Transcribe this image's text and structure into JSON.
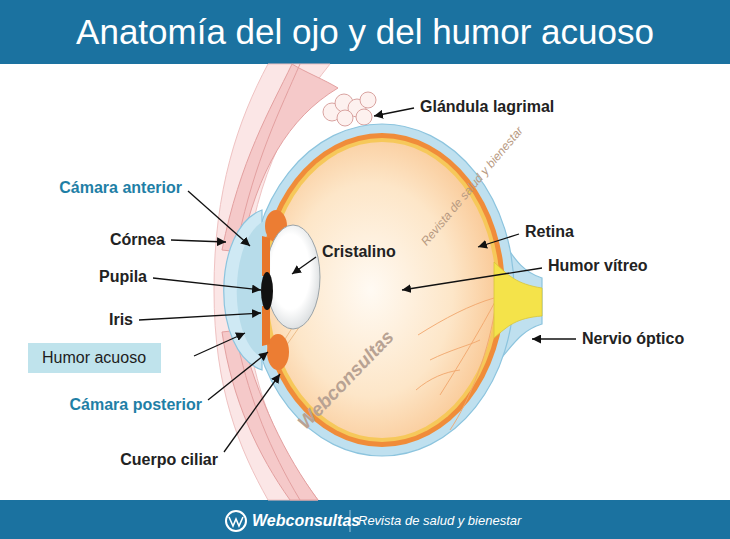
{
  "diagram": {
    "title": "Anatomía del ojo y del humor acuoso",
    "nodes": [
      {
        "text": [
          "Humor acuoso"
        ]
      }
    ],
    "edges": [],
    "labels": [
      "Glándula lagrimal",
      "Cámara anterior",
      "Córnea",
      "Cristalino",
      "Retina",
      "Pupila",
      "Humor vítreo",
      "Iris",
      "Nervio óptico",
      "Cámara posterior",
      "Cuerpo ciliar",
      "Revista de salud y bienestar",
      "Webconsultas",
      "Webconsultas",
      "Revista de salud y bienestar"
    ]
  }
}
